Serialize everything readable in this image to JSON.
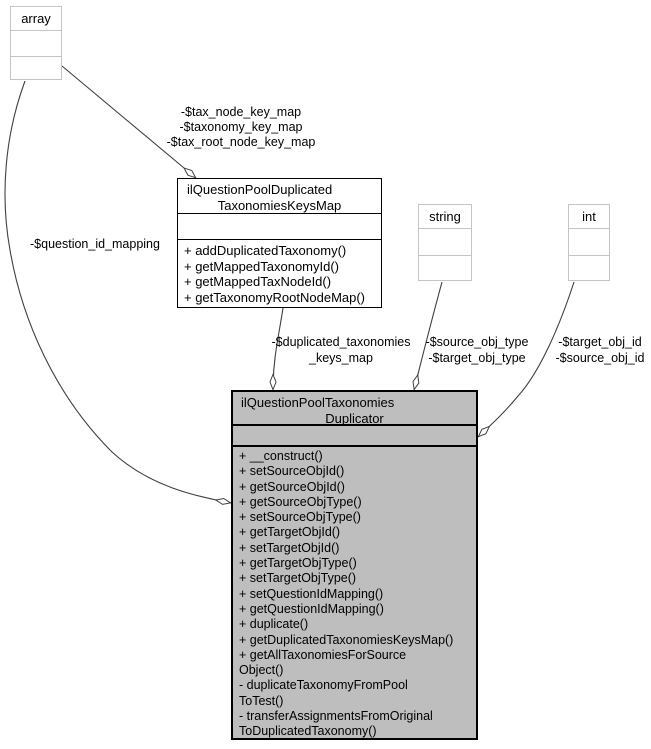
{
  "diagram": {
    "kind": "uml-collaboration-graph",
    "colors": {
      "background": "#ffffff",
      "main_node_fill": "#bebebe",
      "node_fill": "#ffffff",
      "class_border": "#000000",
      "primitive_border": "#c4c4c4",
      "edge_stroke": "#404040",
      "text": "#000000"
    },
    "nodes": {
      "array": {
        "title": "array"
      },
      "string": {
        "title": "string"
      },
      "int": {
        "title": "int"
      },
      "keysmap": {
        "title_line1": "ilQuestionPoolDuplicated",
        "title_line2": "TaxonomiesKeysMap",
        "methods": [
          "+ addDuplicatedTaxonomy()",
          "+ getMappedTaxonomyId()",
          "+ getMappedTaxNodeId()",
          "+ getTaxonomyRootNodeMap()"
        ]
      },
      "duplicator": {
        "title_line1": "ilQuestionPoolTaxonomies",
        "title_line2": "Duplicator",
        "methods": [
          "+ __construct()",
          "+ setSourceObjId()",
          "+ getSourceObjId()",
          "+ getSourceObjType()",
          "+ setSourceObjType()",
          "+ getTargetObjId()",
          "+ setTargetObjId()",
          "+ getTargetObjType()",
          "+ setTargetObjType()",
          "+ setQuestionIdMapping()",
          "+ getQuestionIdMapping()",
          "+ duplicate()",
          "+ getDuplicatedTaxonomiesKeysMap()",
          "+ getAllTaxonomiesForSource",
          "Object()",
          "- duplicateTaxonomyFromPool",
          "ToTest()",
          "- transferAssignmentsFromOriginal",
          "ToDuplicatedTaxonomy()"
        ]
      }
    },
    "edge_labels": {
      "tax_keys": [
        "-$tax_node_key_map",
        "-$taxonomy_key_map",
        "-$tax_root_node_key_map"
      ],
      "question_id": "-$question_id_mapping",
      "duplicated_taxonomies": [
        "-$duplicated_taxonomies",
        "_keys_map"
      ],
      "obj_type": [
        "-$source_obj_type",
        "-$target_obj_type"
      ],
      "obj_id": [
        "-$target_obj_id",
        "-$source_obj_id"
      ]
    }
  }
}
